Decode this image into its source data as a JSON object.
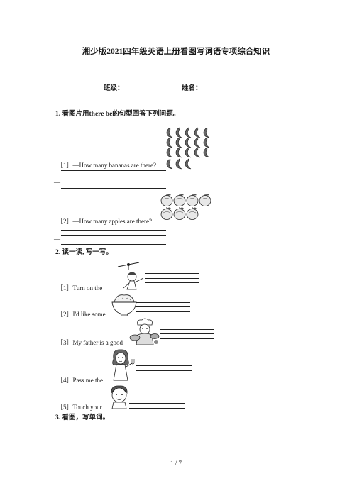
{
  "doc": {
    "title": "湘少版2021四年级英语上册看图写词语专项综合知识",
    "class_label": "班级：",
    "name_label": "姓名：",
    "footer": "1 / 7"
  },
  "sections": [
    {
      "heading": "1. 看图片用there be的句型回答下列问题。",
      "items": [
        {
          "num": "［1］",
          "text": "—How many bananas are there?",
          "answer_dash": "—"
        },
        {
          "num": "［2］",
          "text": "—How many apples are there?",
          "answer_dash": "—"
        }
      ]
    },
    {
      "heading": "2. 读一读, 写一写。",
      "items": [
        {
          "num": "［1］",
          "text": "Turn on the"
        },
        {
          "num": "［2］",
          "text": "I'd like some"
        },
        {
          "num": "［3］",
          "text": "My father is a good"
        },
        {
          "num": "［4］",
          "text": "Pass me the"
        },
        {
          "num": "［5］",
          "text": "Touch your"
        }
      ]
    },
    {
      "heading": "3. 看图，写单词。"
    }
  ],
  "icons": {
    "bananas": "banana-icon",
    "apples": "apple-icon",
    "item1": "ceiling-fan-boy-icon",
    "item2": "rice-bowl-icon",
    "item3": "cook-icon",
    "item4": "girl-with-fork-icon",
    "item5": "boy-head-icon"
  }
}
